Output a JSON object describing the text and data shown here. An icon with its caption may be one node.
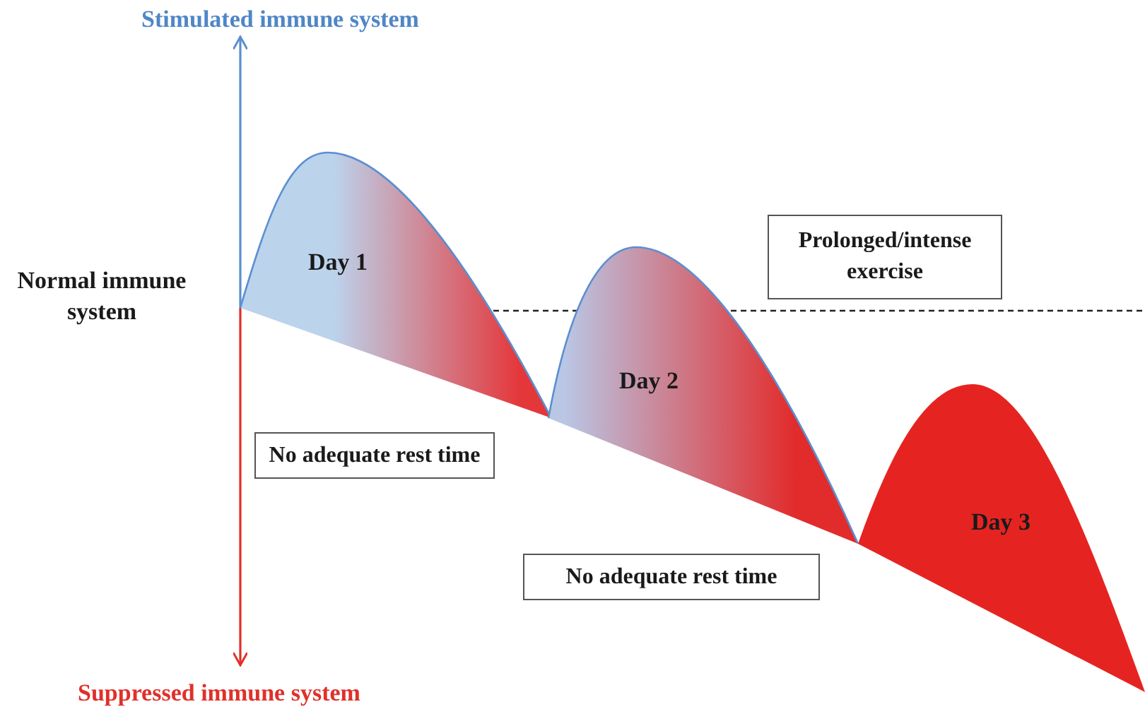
{
  "diagram": {
    "nodes": [
      {
        "text": [
          "Day 1"
        ]
      },
      {
        "text": [
          "Prolonged/intense exercise"
        ]
      },
      {
        "text": [
          "Day 2"
        ]
      },
      {
        "text": [
          "No adequate rest time"
        ]
      },
      {
        "text": [
          "Day 3"
        ]
      },
      {
        "text": [
          "No adequate rest time"
        ]
      }
    ],
    "labels": [
      "Stimulated immune system",
      "Normal immune system",
      "Suppressed immune system"
    ]
  }
}
